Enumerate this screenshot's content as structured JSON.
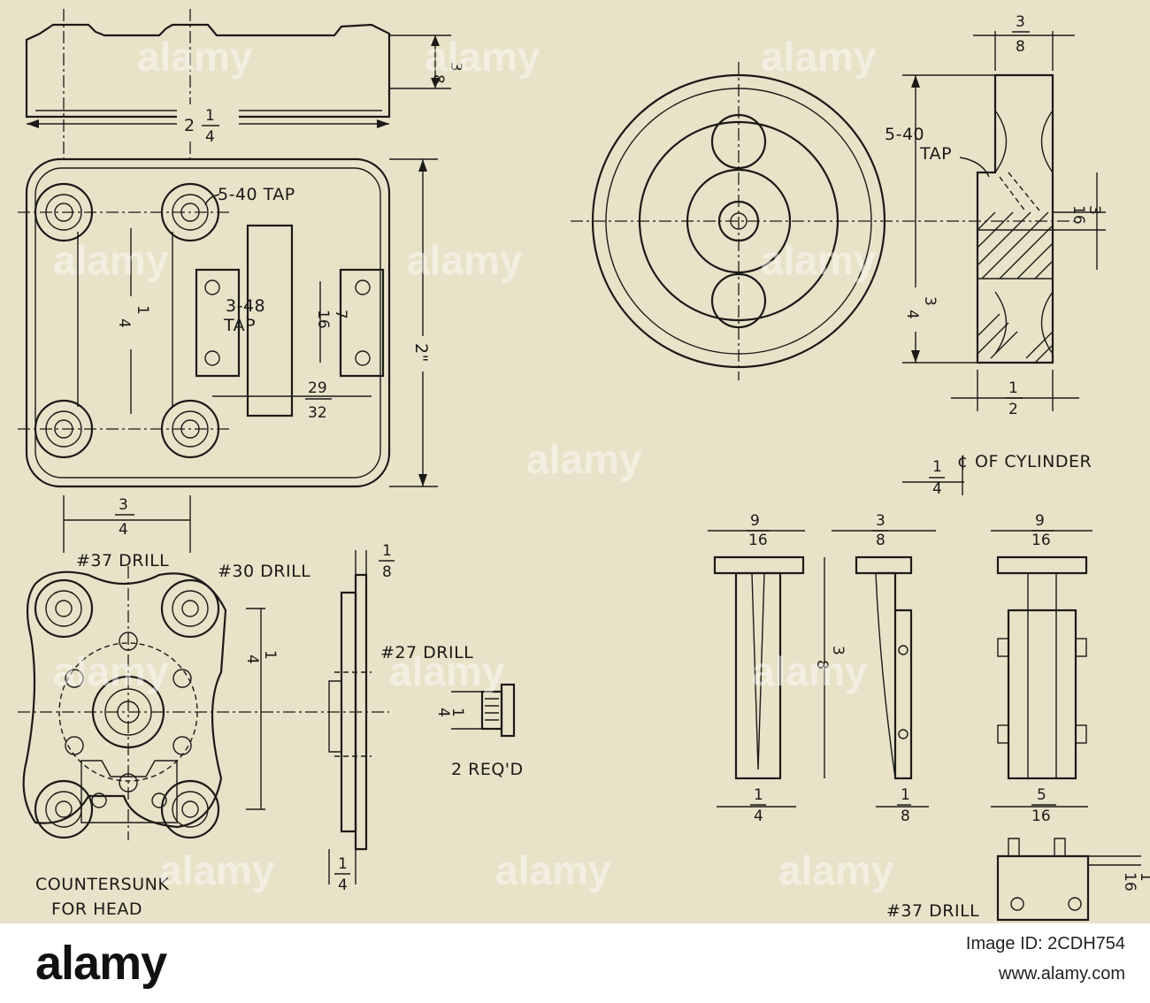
{
  "drawing": {
    "view_top": {
      "overall_width": {
        "whole": "2",
        "num": "1",
        "den": "4"
      },
      "thickness": {
        "num": "3",
        "den": "8"
      }
    },
    "view_plan": {
      "tap_540": "5-40 TAP",
      "tap_348_a": "3-48",
      "tap_348_b": "TAP",
      "height_label": "2\"",
      "hole_spacing": {
        "num": "1",
        "den": "4"
      },
      "slot_dim": {
        "num": "7",
        "den": "16"
      },
      "offset_dim": {
        "num": "29",
        "den": "32"
      }
    },
    "view_lower": {
      "width_dim": {
        "num": "3",
        "den": "4"
      },
      "drill_37": "#37 DRILL",
      "drill_30": "#30 DRILL",
      "drill_27": "#27 DRILL",
      "flange_dim": {
        "num": "1",
        "den": "8"
      },
      "height_dim": {
        "num": "1",
        "den": "4"
      },
      "bottom_dim": {
        "num": "1",
        "den": "4"
      },
      "bolt_dim": {
        "num": "1",
        "den": "4"
      },
      "bolt_qty": "2 REQ'D",
      "countersunk_1": "COUNTERSUNK",
      "countersunk_2": "FOR HEAD"
    },
    "view_disc": {
      "tap_1": "5-40",
      "tap_2": "TAP",
      "width_dim": {
        "num": "3",
        "den": "8"
      },
      "height_dim": {
        "num": "3",
        "den": "4"
      },
      "hub_dim": {
        "num": "3",
        "den": "16"
      },
      "base_dim": {
        "num": "1",
        "den": "2"
      }
    },
    "view_parts": {
      "cylinder_label": "OF CYLINDER",
      "offset_dim": {
        "num": "1",
        "den": "4"
      },
      "part1_top": {
        "num": "9",
        "den": "16"
      },
      "part1_bottom": {
        "num": "1",
        "den": "4"
      },
      "part2_top": {
        "num": "3",
        "den": "8"
      },
      "part2_height": {
        "num": "3",
        "den": "8"
      },
      "part2_bottom": {
        "num": "1",
        "den": "8"
      },
      "part3_top": {
        "num": "9",
        "den": "16"
      },
      "part3_bottom": {
        "num": "5",
        "den": "16"
      },
      "detail_dim": {
        "num": "1",
        "den": "16"
      },
      "detail_drill": "#37 DRILL"
    },
    "watermark": "alamy"
  },
  "footer": {
    "logo": "alamy",
    "image_id": "Image ID: 2CDH754",
    "url": "www.alamy.com"
  }
}
